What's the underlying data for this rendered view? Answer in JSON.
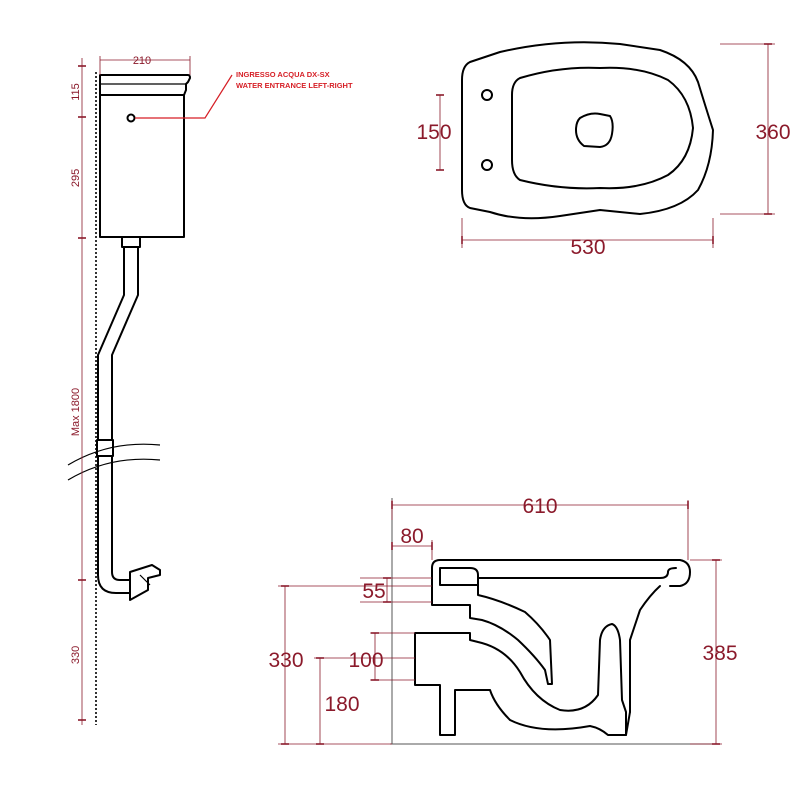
{
  "cistern_view": {
    "width_label": "210",
    "heights": [
      "115",
      "295",
      "Max 1800",
      "330"
    ],
    "note_it": "INGRESSO ACQUA DX-SX",
    "note_en": "WATER ENTRANCE LEFT-RIGHT"
  },
  "top_view": {
    "width_label": "530",
    "depth_label": "360",
    "holes_label": "150"
  },
  "side_view": {
    "length_label": "610",
    "offset_label": "80",
    "rim_label": "55",
    "outlet_height_label": "330",
    "outlet_diameter_label": "100",
    "outlet_bottom_label": "180",
    "total_height_label": "385"
  },
  "colors": {
    "dimension": "#8b1a2b",
    "note": "#d61f26",
    "outline": "#000000"
  }
}
